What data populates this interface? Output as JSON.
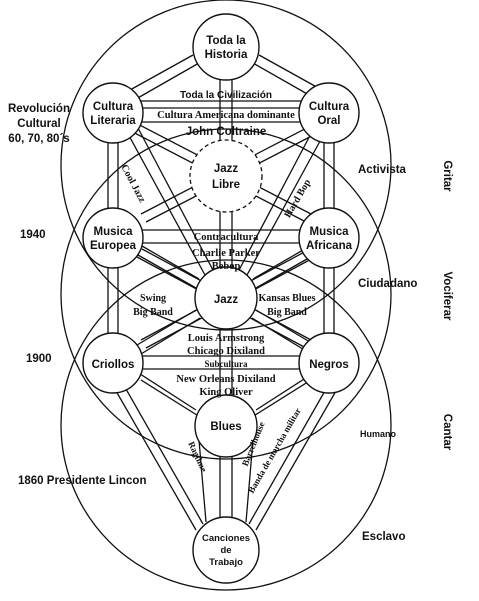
{
  "nodes": {
    "toda_historia": [
      "Toda la",
      "Historia"
    ],
    "cultura_literaria": [
      "Cultura",
      "Literaria"
    ],
    "cultura_oral": [
      "Cultura",
      "Oral"
    ],
    "jazz_libre": [
      "Jazz",
      "Libre"
    ],
    "musica_europea": [
      "Musica",
      "Europea"
    ],
    "musica_africana": [
      "Musica",
      "Africana"
    ],
    "jazz": [
      "Jazz"
    ],
    "criollos": [
      "Criollos"
    ],
    "negros": [
      "Negros"
    ],
    "blues": [
      "Blues"
    ],
    "canciones": [
      "Canciones",
      "de",
      "Trabajo"
    ]
  },
  "band_labels": {
    "toda_civilizacion": "Toda la Civilización",
    "cultura_americana": "Cultura Americana dominante",
    "john_coltraine": "John Coltraine",
    "contracultura": "Contracultura",
    "charlie_parker": "Charlie Parker",
    "bebop": "Bebop",
    "louis_armstrong": "Louis Armstrong",
    "chicago_dixiland": "Chicago Dixiland",
    "subcultura": "Subcultura",
    "new_orleans": "New Orleans Dixiland",
    "king_oliver": "King Oliver"
  },
  "path_labels": {
    "cool_jazz": "Cool Jazz",
    "hard_bop": "Hard Bop",
    "swing": [
      "Swing",
      "Big Band"
    ],
    "kansas": [
      "Kansas Blues",
      "Big Band"
    ],
    "ragtime": "Ragtime",
    "barrelhouse": "Barrelhouse",
    "banda": "Banda de marcha militar"
  },
  "left_labels": {
    "revolucion": [
      "Revolución",
      "Cultural",
      "60, 70, 80´s"
    ],
    "y1940": "1940",
    "y1900": "1900",
    "y1860": "1860 Presidente Lincon"
  },
  "right_labels": {
    "activista": "Activista",
    "ciudadano": "Ciudadano",
    "humano": "Humano",
    "esclavo": "Esclavo"
  },
  "vertical_labels": {
    "gritar": "Gritar",
    "vociferar": "Vociferar",
    "cantar": "Cantar"
  }
}
